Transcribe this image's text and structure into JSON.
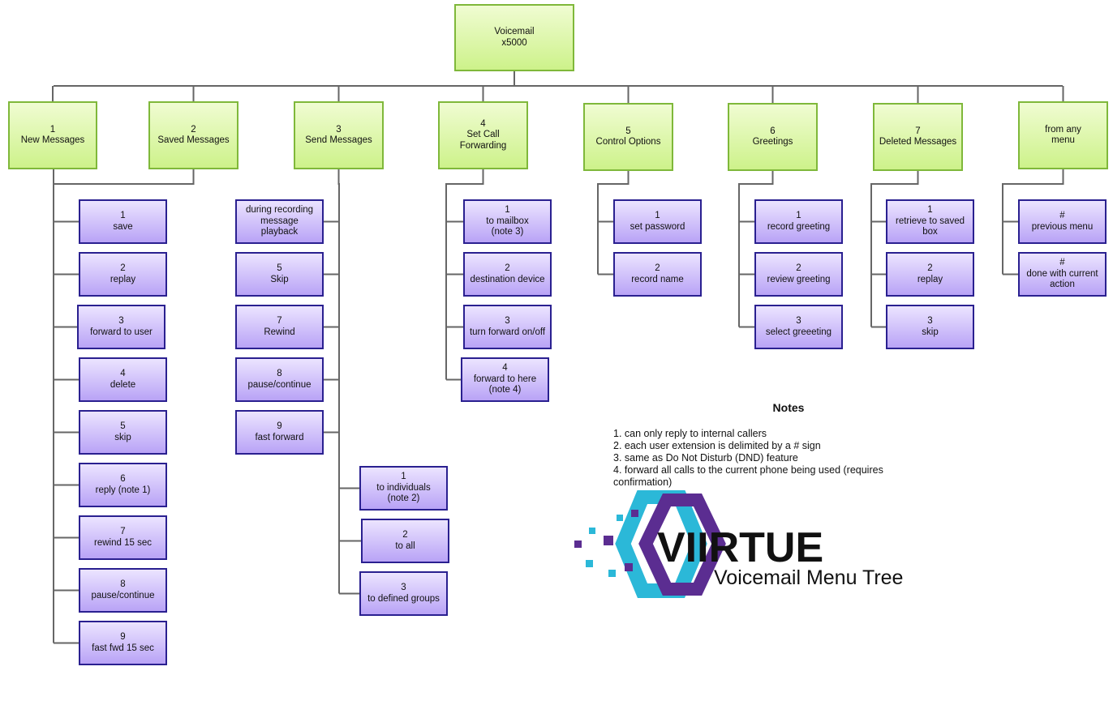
{
  "root": {
    "lines": [
      "Voicemail",
      "x5000"
    ]
  },
  "categories": [
    {
      "id": "new",
      "lines": [
        "1",
        "New Messages"
      ],
      "items": [
        [
          "1",
          "save"
        ],
        [
          "2",
          "replay"
        ],
        [
          "3",
          "forward to user"
        ],
        [
          "4",
          "delete"
        ],
        [
          "5",
          "skip"
        ],
        [
          "6",
          "reply (note 1)"
        ],
        [
          "7",
          "rewind 15 sec"
        ],
        [
          "8",
          "pause/continue"
        ],
        [
          "9",
          "fast fwd 15 sec"
        ]
      ]
    },
    {
      "id": "saved",
      "lines": [
        "2",
        "Saved Messages"
      ],
      "items": []
    },
    {
      "id": "send",
      "lines": [
        "3",
        "Send Messages"
      ],
      "items": [
        [
          "during recording",
          "message",
          "playback"
        ],
        [
          "5",
          "Skip"
        ],
        [
          "7",
          "Rewind"
        ],
        [
          "8",
          "pause/continue"
        ],
        [
          "9",
          "fast forward"
        ],
        [
          "1",
          "to individuals",
          "(note 2)"
        ],
        [
          "2",
          "to all"
        ],
        [
          "3",
          "to defined groups"
        ]
      ]
    },
    {
      "id": "forward",
      "lines": [
        "4",
        "Set Call",
        "Forwarding"
      ],
      "items": [
        [
          "1",
          "to mailbox",
          "(note 3)"
        ],
        [
          "2",
          "destination device"
        ],
        [
          "3",
          "turn forward on/off"
        ],
        [
          "4",
          "forward to here",
          "(note 4)"
        ]
      ]
    },
    {
      "id": "control",
      "lines": [
        "5",
        "Control Options"
      ],
      "items": [
        [
          "1",
          "set password"
        ],
        [
          "2",
          "record name"
        ]
      ]
    },
    {
      "id": "greetings",
      "lines": [
        "6",
        "Greetings"
      ],
      "items": [
        [
          "1",
          "record greeting"
        ],
        [
          "2",
          "review greeting"
        ],
        [
          "3",
          "select greeeting"
        ]
      ]
    },
    {
      "id": "deleted",
      "lines": [
        "7",
        "Deleted Messages"
      ],
      "items": [
        [
          "1",
          "retrieve to saved",
          "box"
        ],
        [
          "2",
          "replay"
        ],
        [
          "3",
          "skip"
        ]
      ]
    },
    {
      "id": "any",
      "lines": [
        "from any",
        "menu"
      ],
      "items": [
        [
          "#",
          "previous menu"
        ],
        [
          "#",
          "done with current",
          "action"
        ]
      ]
    }
  ],
  "notes": {
    "title": "Notes",
    "items": [
      "1. can only reply to internal callers",
      "2. each user extension is delimited by a # sign",
      "3. same as Do Not Disturb (DND) feature",
      "4. forward all calls to the current phone being used (requires confirmation)"
    ]
  },
  "logo": {
    "brand": "VIIRTUE",
    "subtitle": "Voicemail Menu Tree",
    "colors": {
      "purple": "#5b2d91",
      "cyan": "#2bb8d8",
      "text": "#111111"
    }
  },
  "colors": {
    "green_fill": "#cdf28a",
    "green_border": "#7fb83a",
    "purple_fill": "#b9a3f6",
    "purple_border": "#2a2090",
    "connector": "#666666"
  }
}
